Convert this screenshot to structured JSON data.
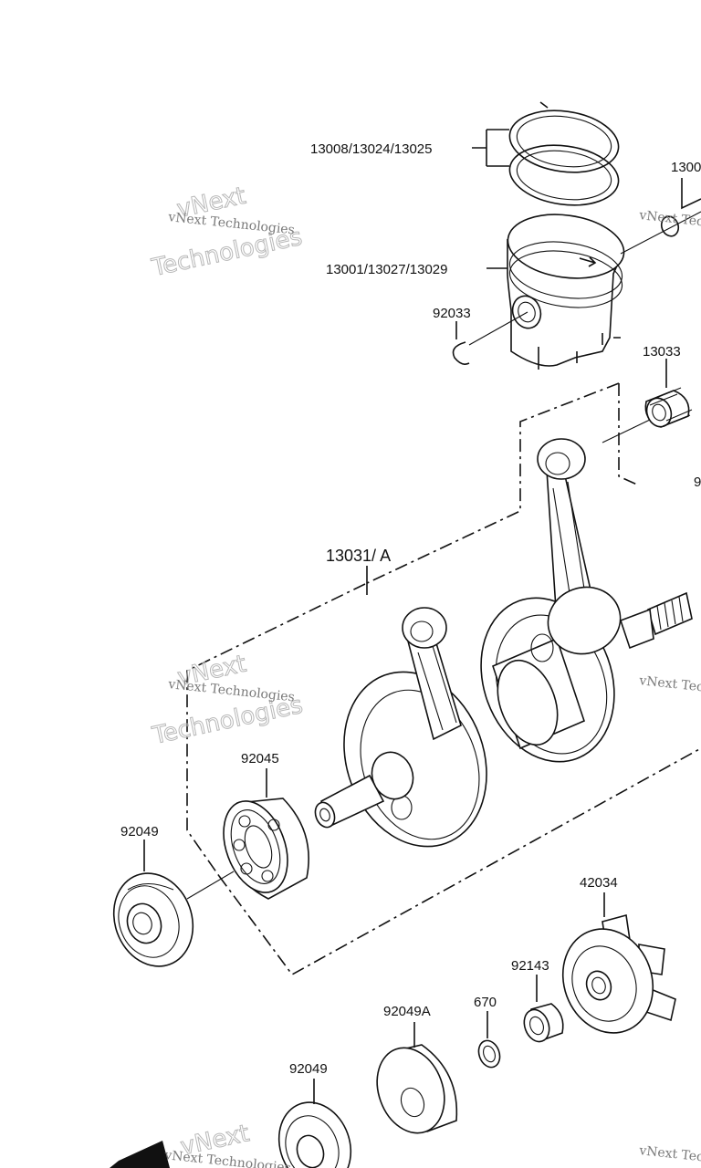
{
  "labels": {
    "rings": "13008/13024/13025",
    "piston": "13001/13027/13029",
    "circlip": "92033",
    "bearing_small": "13033",
    "crankshaft": "13031/ A",
    "bearing_main": "92045",
    "seal_left": "92049",
    "impeller": "42034",
    "collar": "92143",
    "oring": "670",
    "seal_mid": "92049A",
    "seal_bottom": "92049",
    "partial_top_right": "1300",
    "partial_right": "9"
  },
  "watermark": {
    "line1": "vNext",
    "line2": "vNext Technologies",
    "line3": "Technologies"
  },
  "colors": {
    "ink": "#111111",
    "watermark_text": "#7a7a7a",
    "watermark_outline": "#b8b8b8",
    "background": "#ffffff"
  }
}
